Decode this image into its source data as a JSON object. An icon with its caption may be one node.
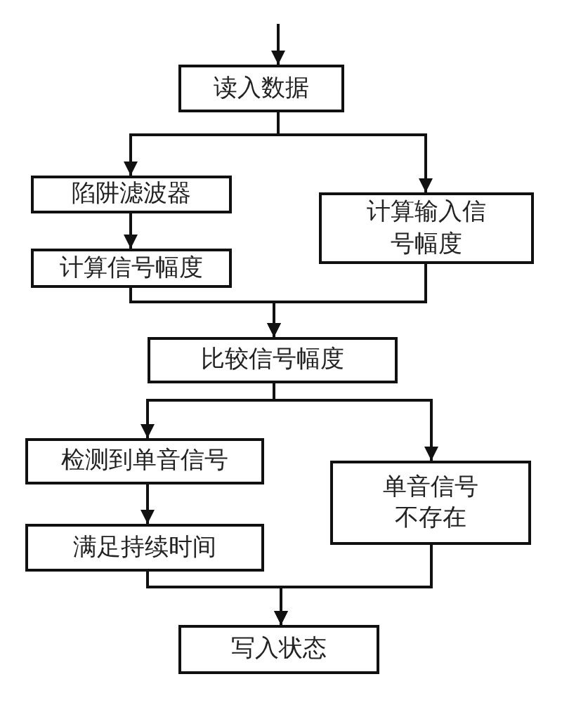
{
  "diagram": {
    "nodes": [
      {
        "text": [
          "读入数据"
        ]
      },
      {
        "text": [
          "陷阱滤波器"
        ]
      },
      {
        "text": [
          "计算信号幅度"
        ]
      },
      {
        "text": [
          "计算输入信号幅度"
        ]
      },
      {
        "text": [
          "比较信号幅度"
        ]
      },
      {
        "text": [
          "检测到单音信号"
        ]
      },
      {
        "text": [
          "满足持续时间"
        ]
      },
      {
        "text": [
          "单音信号不存在"
        ]
      },
      {
        "text": [
          "写入状态"
        ]
      }
    ],
    "edges": [
      {
        "from": null,
        "to": 0,
        "arrow": "to"
      },
      {
        "from": 0,
        "to": 1,
        "arrow": "to"
      },
      {
        "from": 0,
        "to": 3,
        "arrow": "to"
      },
      {
        "from": 1,
        "to": 2,
        "arrow": "to"
      },
      {
        "from": 2,
        "to": 4,
        "arrow": "to"
      },
      {
        "from": 3,
        "to": 4,
        "arrow": "to"
      },
      {
        "from": 4,
        "to": 5,
        "arrow": "to"
      },
      {
        "from": 4,
        "to": 7,
        "arrow": "to"
      },
      {
        "from": 5,
        "to": 6,
        "arrow": "to"
      },
      {
        "from": 6,
        "to": 8,
        "arrow": "to"
      },
      {
        "from": 7,
        "to": 8,
        "arrow": "to"
      }
    ]
  }
}
